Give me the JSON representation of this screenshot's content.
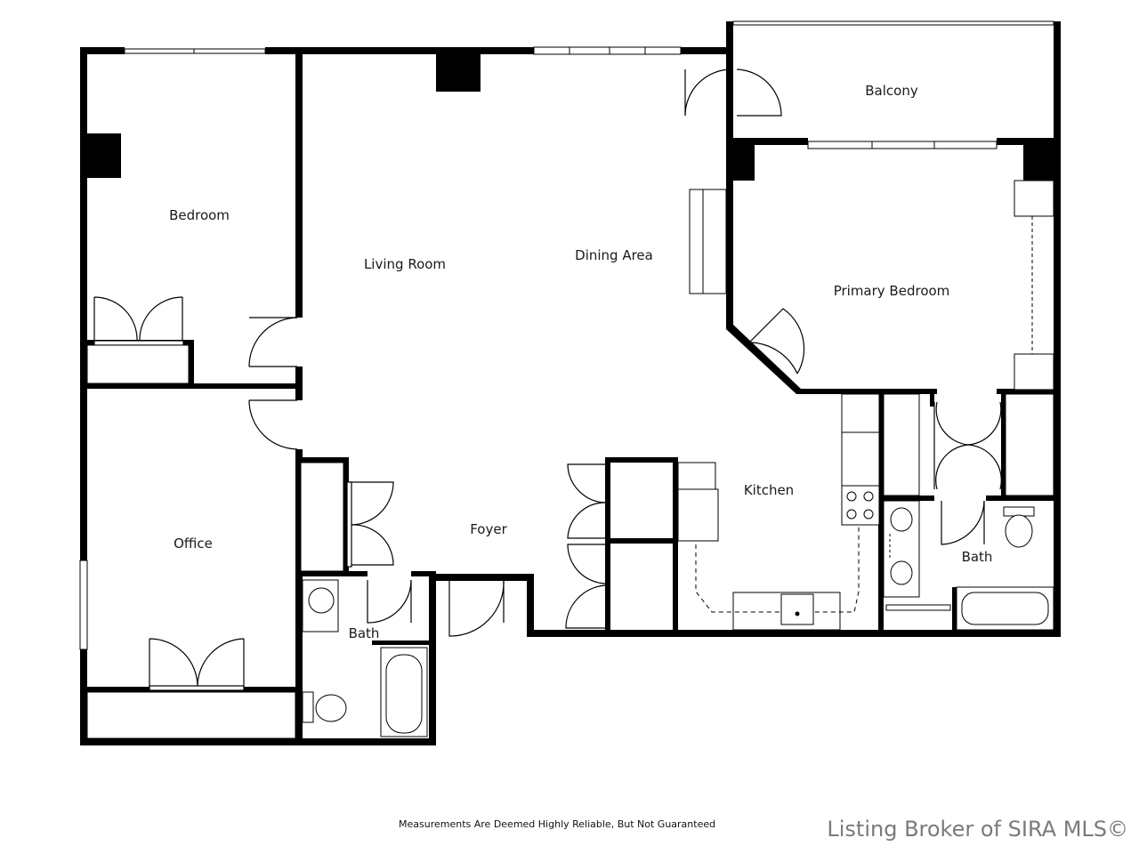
{
  "rooms": {
    "balcony": "Balcony",
    "bedroom": "Bedroom",
    "living_room": "Living Room",
    "dining_area": "Dining Area",
    "primary_bedroom": "Primary Bedroom",
    "kitchen": "Kitchen",
    "foyer": "Foyer",
    "office": "Office",
    "bath_hall": "Bath",
    "bath_primary": "Bath"
  },
  "footer": {
    "disclaimer": "Measurements Are Deemed Highly Reliable, But Not Guaranteed",
    "watermark": "Listing Broker of SIRA MLS©"
  },
  "colors": {
    "wall": "#000000",
    "fixture": "#333333",
    "background": "#ffffff",
    "watermark": "#7a7a7a"
  }
}
